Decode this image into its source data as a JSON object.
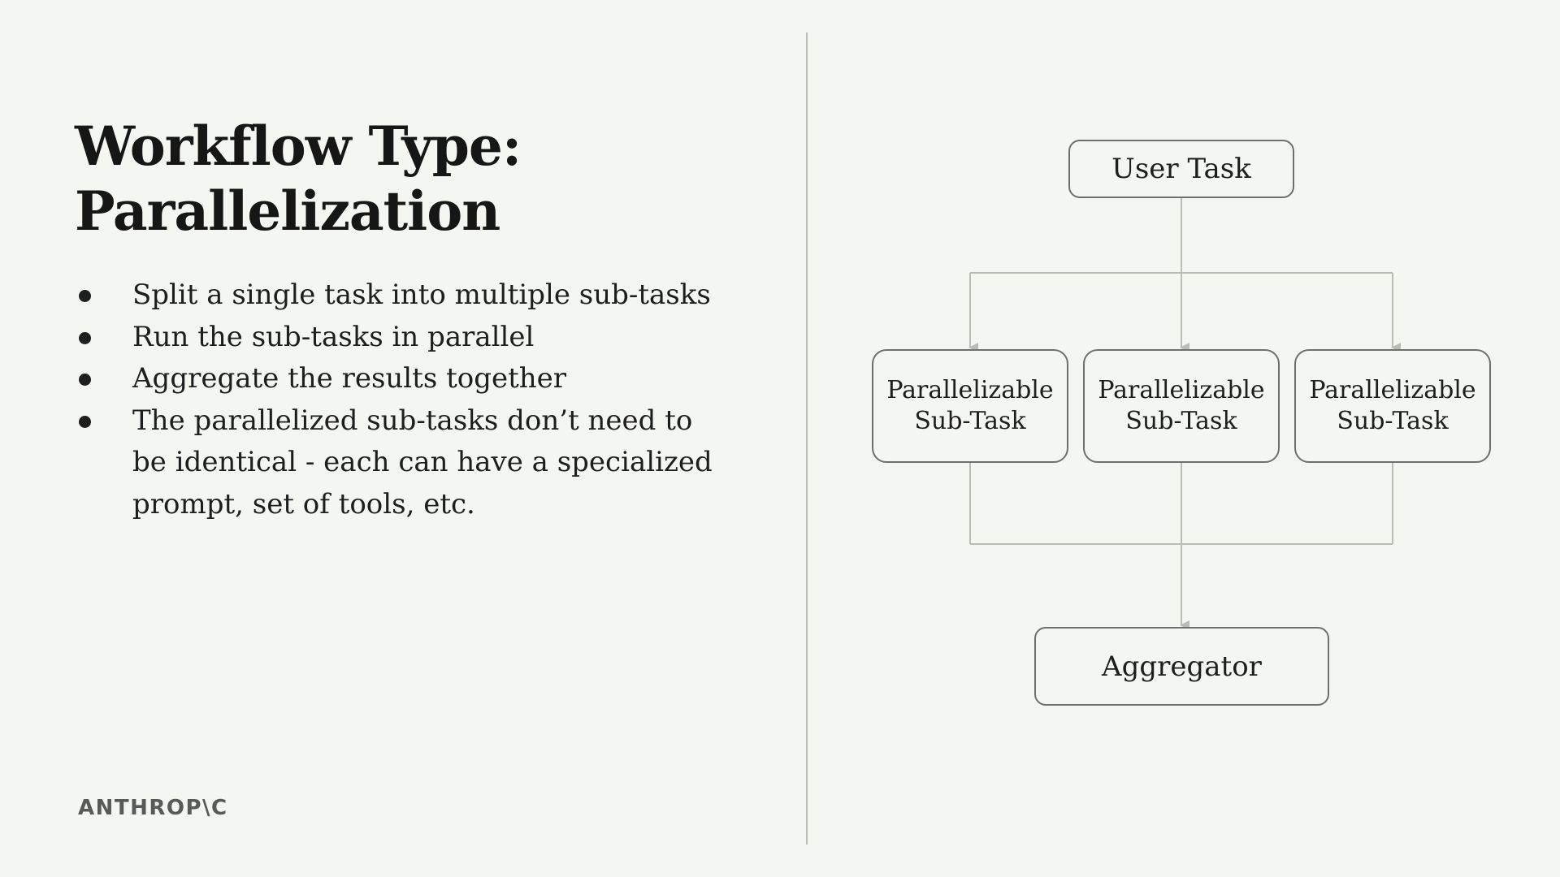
{
  "title": {
    "line1": "Workflow Type:",
    "line2": "Parallelization"
  },
  "bullets": [
    "Split a single task into multiple sub-tasks",
    "Run the sub-tasks in parallel",
    "Aggregate the results together",
    "The parallelized sub-tasks don’t need to be identical - each can have a specialized prompt, set of tools, etc."
  ],
  "logo": "ANTHROP\\C",
  "diagram": {
    "input_node": "User Task",
    "parallel_nodes": [
      {
        "line1": "Parallelizable",
        "line2": "Sub-Task"
      },
      {
        "line1": "Parallelizable",
        "line2": "Sub-Task"
      },
      {
        "line1": "Parallelizable",
        "line2": "Sub-Task"
      }
    ],
    "output_node": "Aggregator"
  },
  "colors": {
    "background": "#f4f6f1",
    "text": "#1a1a1a",
    "node_border": "#6f6f6f",
    "connector": "#b8bcb3",
    "divider": "#bdbdb5",
    "logo": "#595959"
  }
}
